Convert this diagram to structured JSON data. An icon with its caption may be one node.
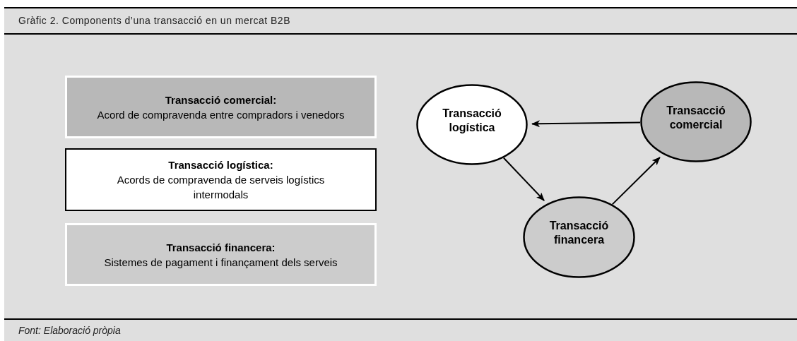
{
  "diagram": {
    "title": "Gràfic 2. Components d’una transacció en un mercat B2B",
    "caption": "Font: Elaboració pròpia",
    "nodes": [
      {
        "text": [
          "Transacció comercial:",
          "Acord de compravenda entre compradors i venedors"
        ]
      },
      {
        "text": [
          "Transacció logística:",
          "Acords de compravenda de serveis logístics intermodals"
        ]
      },
      {
        "text": [
          "Transacció financera:",
          "Sistemes de pagament i finançament dels serveis"
        ]
      },
      {
        "text": [
          "Transacció logística"
        ]
      },
      {
        "text": [
          "Transacció comercial"
        ]
      },
      {
        "text": [
          "Transacció financera"
        ]
      }
    ],
    "edges": [
      {
        "from": 4,
        "to": 3,
        "arrow": "to"
      },
      {
        "from": 3,
        "to": 5,
        "arrow": "to"
      },
      {
        "from": 5,
        "to": 4,
        "arrow": "to"
      }
    ]
  }
}
